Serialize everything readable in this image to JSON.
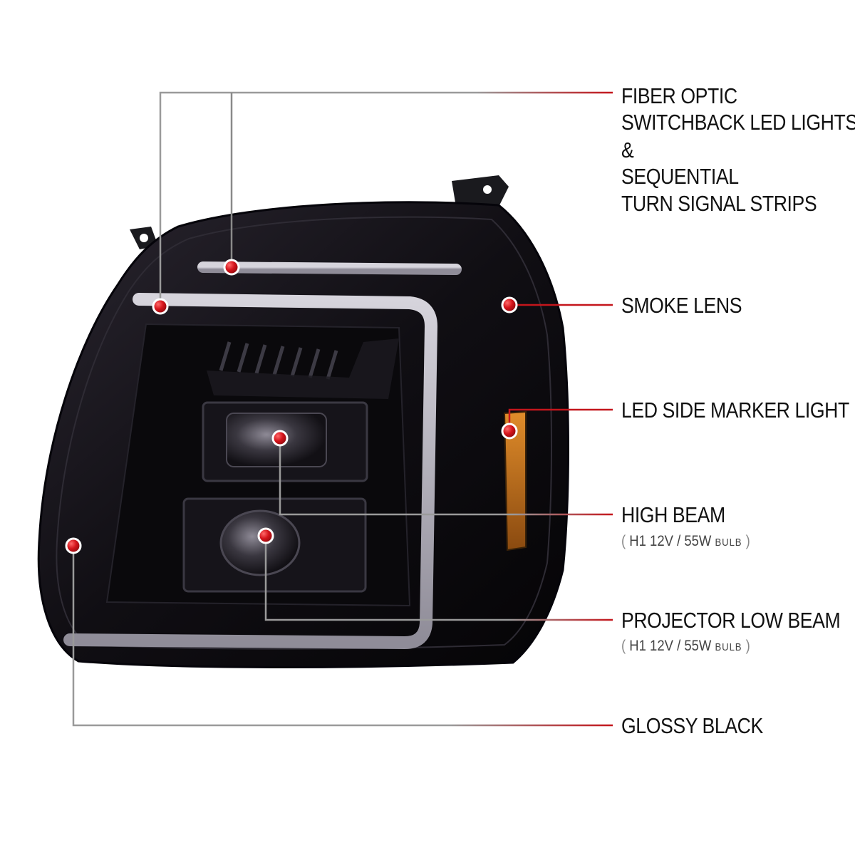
{
  "colors": {
    "background": "#ffffff",
    "housing": "#0e0c10",
    "callout_line": "#8a8a8a",
    "callout_accent": "#c4161c",
    "dot": "#d4141b",
    "amber_marker": "#c8781c",
    "led_strip": "#b9b7c1"
  },
  "callouts": [
    {
      "name": "fiber-optic",
      "lines": [
        "FIBER OPTIC",
        "SWITCHBACK LED LIGHTS",
        "&",
        "SEQUENTIAL",
        "TURN SIGNAL STRIPS"
      ]
    },
    {
      "name": "smoke-lens",
      "lines": [
        "SMOKE LENS"
      ]
    },
    {
      "name": "side-marker",
      "lines": [
        "LED SIDE MARKER LIGHT"
      ]
    },
    {
      "name": "high-beam",
      "lines": [
        "HIGH BEAM"
      ],
      "spec": {
        "open": "(",
        "value": "H1  12V / 55W",
        "unit": "BULB",
        "close": ")"
      }
    },
    {
      "name": "low-beam",
      "lines": [
        "PROJECTOR LOW BEAM"
      ],
      "spec": {
        "open": "(",
        "value": "H1  12V / 55W",
        "unit": "BULB",
        "close": ")"
      }
    },
    {
      "name": "glossy-black",
      "lines": [
        "GLOSSY BLACK"
      ]
    }
  ]
}
